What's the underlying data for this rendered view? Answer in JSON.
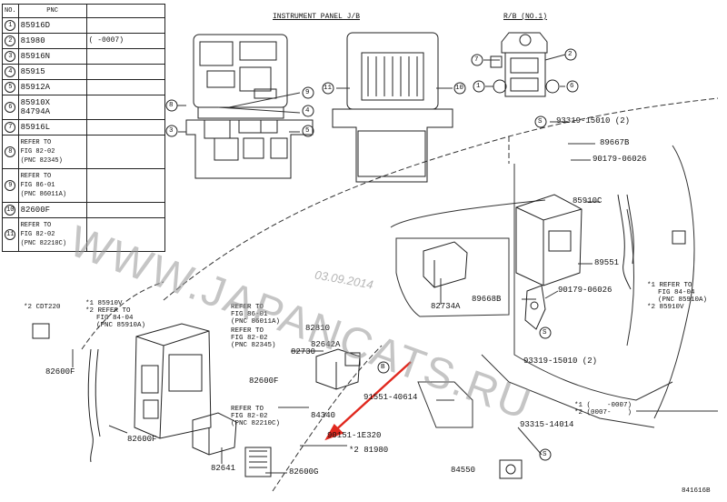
{
  "legend": {
    "header": {
      "no": "NO.",
      "pnc": "PNC"
    },
    "rows": [
      {
        "no": "1",
        "lines": [
          "85916D"
        ],
        "note": ""
      },
      {
        "no": "2",
        "lines": [
          "81980"
        ],
        "note": "(    -0007)"
      },
      {
        "no": "3",
        "lines": [
          "85916N"
        ],
        "note": ""
      },
      {
        "no": "4",
        "lines": [
          "85915"
        ],
        "note": ""
      },
      {
        "no": "5",
        "lines": [
          "85912A"
        ],
        "note": ""
      },
      {
        "no": "6",
        "lines": [
          "85910X",
          "84794A"
        ],
        "note": ""
      },
      {
        "no": "7",
        "lines": [
          "85916L"
        ],
        "note": ""
      },
      {
        "no": "8",
        "lines": [
          "REFER TO",
          "FIG 82-02",
          "(PNC 82345)"
        ],
        "note": ""
      },
      {
        "no": "9",
        "lines": [
          "REFER TO",
          "FIG 86-01",
          "(PNC 86011A)"
        ],
        "note": ""
      },
      {
        "no": "10",
        "lines": [
          "82600F"
        ],
        "note": ""
      },
      {
        "no": "11",
        "lines": [
          "REFER TO",
          "FIG 82-02",
          "(PNC 82210C)"
        ],
        "note": ""
      }
    ]
  },
  "titles": {
    "instrument_panel": "INSTRUMENT PANEL J/B",
    "relay_block": "R/B (NO.1)"
  },
  "labels": {
    "p93319_top": "93319-15010 (2)",
    "p89667b": "89667B",
    "p90179_top": "90179-06026",
    "p85910c": "85910C",
    "p89551": "89551",
    "p89668b": "89668B",
    "p90179_mid": "90179-06026",
    "p93319_mid": "93319-15010 (2)",
    "p82734a": "82734A",
    "refer_8404_r": [
      "*1 REFER TO",
      "FIG 84-04",
      "(PNC 85910A)",
      "*2 85910V"
    ],
    "refer_8404_l": [
      "*1 85910V",
      "*2 REFER TO",
      "FIG 84-04",
      "(PNC 85910A)"
    ],
    "cdt220": "*2 CDT220",
    "p82600f_left": "82600F",
    "p82600f_bot": "82600F",
    "refer_8601": [
      "REFER TO",
      "FIG 86-01",
      "(PNC 86011A)"
    ],
    "refer_8202a": [
      "REFER TO",
      "FIG 82-02",
      "(PNC 82345)"
    ],
    "p82810": "82810",
    "p82642a": "82642A",
    "p82730": "82730",
    "p82600f_mid": "82600F",
    "refer_8202b": [
      "REFER TO",
      "FIG 82-02",
      "(PNC 82210C)"
    ],
    "p84340": "84340",
    "p90151": "90151-1E320",
    "p81980": "*2 81980",
    "p82641": "82641",
    "p82600g": "82600G",
    "p91551": "91551-40614",
    "p93315": "93315-14014",
    "p84550": "84550",
    "serial_note": [
      "*1 (    -0007)",
      "*2 (0007-    )"
    ],
    "fig_code": "841616B",
    "callout_b": "B"
  },
  "watermark": "WWW.JAPANCATS.RU",
  "date_stamp": "03.09.2014",
  "colors": {
    "arrow": "#e0281e",
    "line": "#222222",
    "watermark": "#9a9a9a"
  }
}
